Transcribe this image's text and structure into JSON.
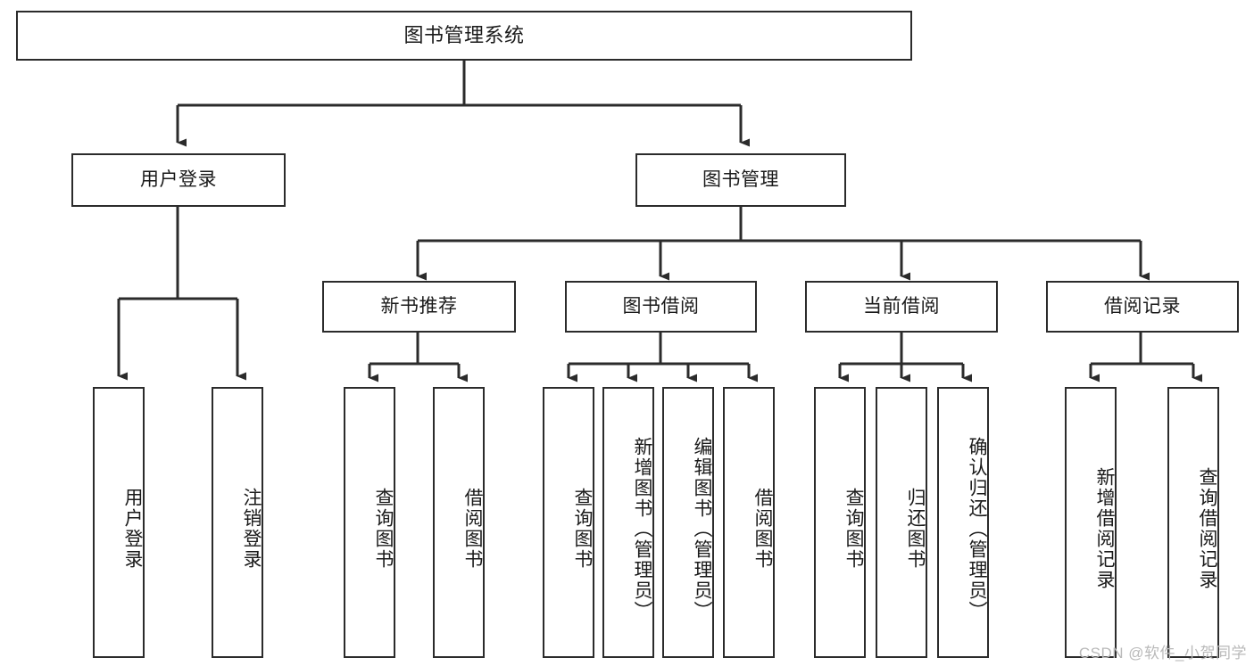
{
  "diagram": {
    "title": "图书管理系统",
    "type": "tree-hierarchy-chart",
    "watermark": "CSDN @软件_小贺同学",
    "colors": {
      "line": "#2b2b2b",
      "box_border": "#2b2b2b",
      "box_fill": "#ffffff",
      "text": "#1a1a1a",
      "watermark": "#b9b9b9"
    }
  },
  "root": {
    "label": "图书管理系统"
  },
  "level1": [
    {
      "label": "用户登录"
    },
    {
      "label": "图书管理"
    }
  ],
  "level2": [
    {
      "label": "新书推荐"
    },
    {
      "label": "图书借阅"
    },
    {
      "label": "当前借阅"
    },
    {
      "label": "借阅记录"
    }
  ],
  "leaves": {
    "user_login": [
      {
        "label": "用户登录"
      },
      {
        "label": "注销登录"
      }
    ],
    "new_book_recommend": [
      {
        "label": "查询图书"
      },
      {
        "label": "借阅图书"
      }
    ],
    "book_borrow": [
      {
        "label": "查询图书"
      },
      {
        "label": "新增图书（管理员）"
      },
      {
        "label": "编辑图书（管理员）"
      },
      {
        "label": "借阅图书"
      }
    ],
    "current_borrow": [
      {
        "label": "查询图书"
      },
      {
        "label": "归还图书"
      },
      {
        "label": "确认归还（管理员）"
      }
    ],
    "borrow_record": [
      {
        "label": "新增借阅记录"
      },
      {
        "label": "查询借阅记录"
      }
    ]
  }
}
